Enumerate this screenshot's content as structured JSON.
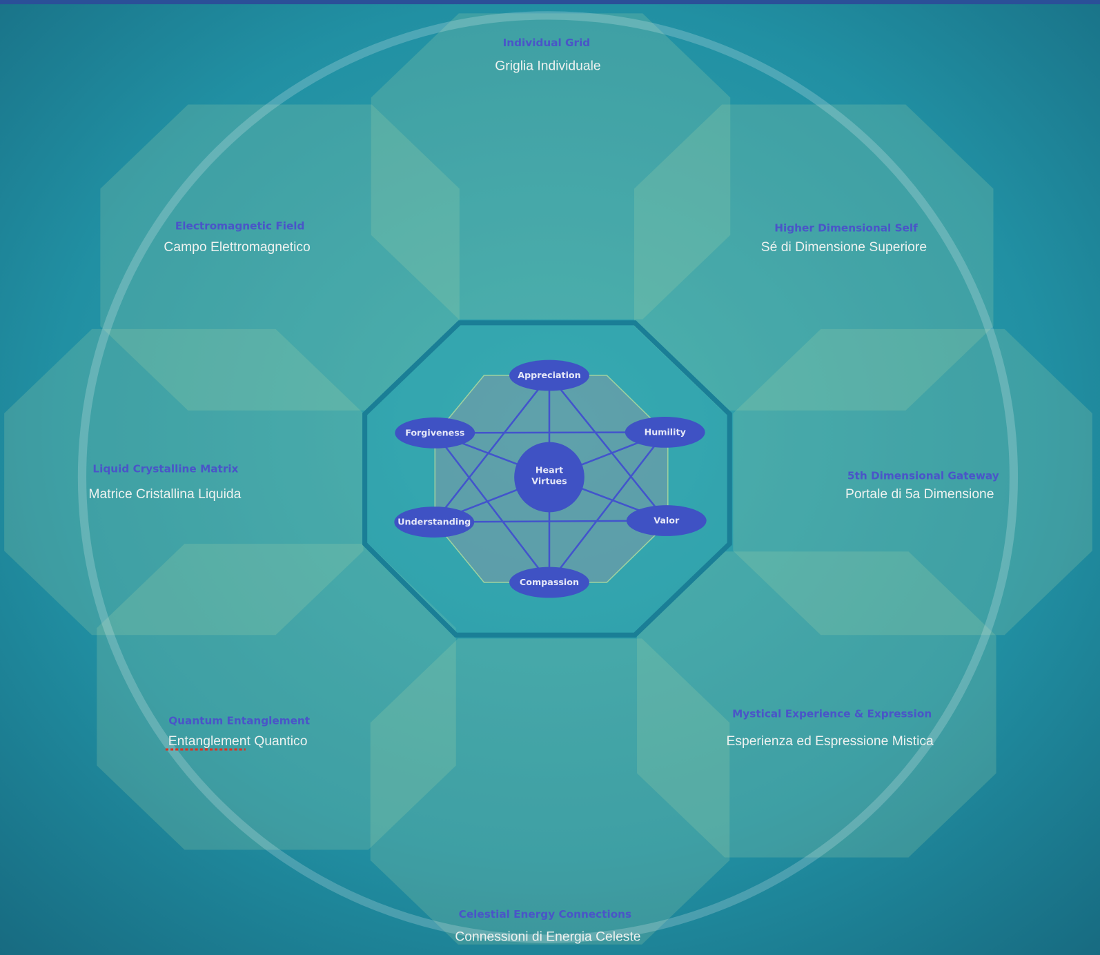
{
  "center": {
    "title_line1": "Heart",
    "title_line2": "Virtues"
  },
  "virtues": [
    "Appreciation",
    "Humility",
    "Valor",
    "Compassion",
    "Understanding",
    "Forgiveness"
  ],
  "regions": [
    {
      "en": "Individual Grid",
      "it": "Griglia Individuale"
    },
    {
      "en": "Higher Dimensional Self",
      "it": "Sé di Dimensione Superiore"
    },
    {
      "en": "5th Dimensional Gateway",
      "it": "Portale di 5a Dimensione"
    },
    {
      "en": "Mystical Experience & Expression",
      "it": "Esperienza ed Espressione Mistica"
    },
    {
      "en": "Celestial Energy Connections",
      "it": "Connessioni di Energia Celeste"
    },
    {
      "en": "Quantum Entanglement",
      "it": "Entanglement Quantico"
    },
    {
      "en": "Liquid Crystalline Matrix",
      "it": "Matrice Cristallina Liquida"
    },
    {
      "en": "Electromagnetic Field",
      "it": "Campo Elettromagnetico"
    }
  ],
  "colors": {
    "background": "#1d7f95",
    "node": "#3f52c4",
    "label_en": "#4a55c8",
    "label_it": "#eef2f0"
  }
}
